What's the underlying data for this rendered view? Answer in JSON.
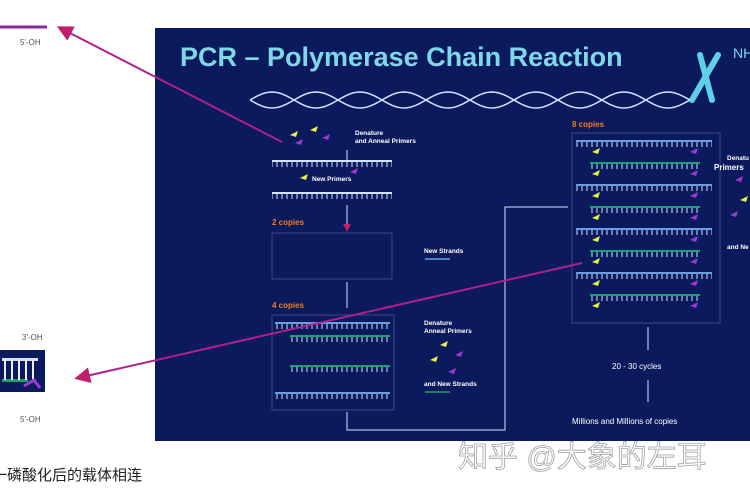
{
  "left_fragment": {
    "top_label": "5'-OH",
    "box_top_label": "3'-OH",
    "box_bottom_label": "5'-OH",
    "caption": "一磷酸化后的载体相连"
  },
  "panel": {
    "title": "PCR – Polymerase Chain Reaction",
    "corner_text": "NH",
    "step1_label_line1": "Denature",
    "step1_label_line2": "and Anneal Primers",
    "new_primers": "New Primers",
    "two_copies": "2 copies",
    "new_strands": "New Strands",
    "four_copies": "4 copies",
    "step3_label_line1": "Denature",
    "step3_label_line2": "Anneal Primers",
    "and_new_strands": "and New Strands",
    "eight_copies": "8 copies",
    "right_label_line1": "Denatu",
    "right_label_line2": "Primers",
    "right_label_line3": "and Ne",
    "cycles": "20 - 30 cycles",
    "result": "Millions and Millions of copies"
  },
  "watermark": "知乎 @大象的左耳",
  "colors": {
    "panel_bg": "#0b1a5c",
    "title": "#7fd8e8",
    "arrow": "#b0208a",
    "copies_label": "#f07a20",
    "primer_yellow": "#e8f040",
    "primer_purple": "#9a3ad0",
    "strand_blue": "#6aa0e0",
    "strand_green": "#20a070"
  }
}
